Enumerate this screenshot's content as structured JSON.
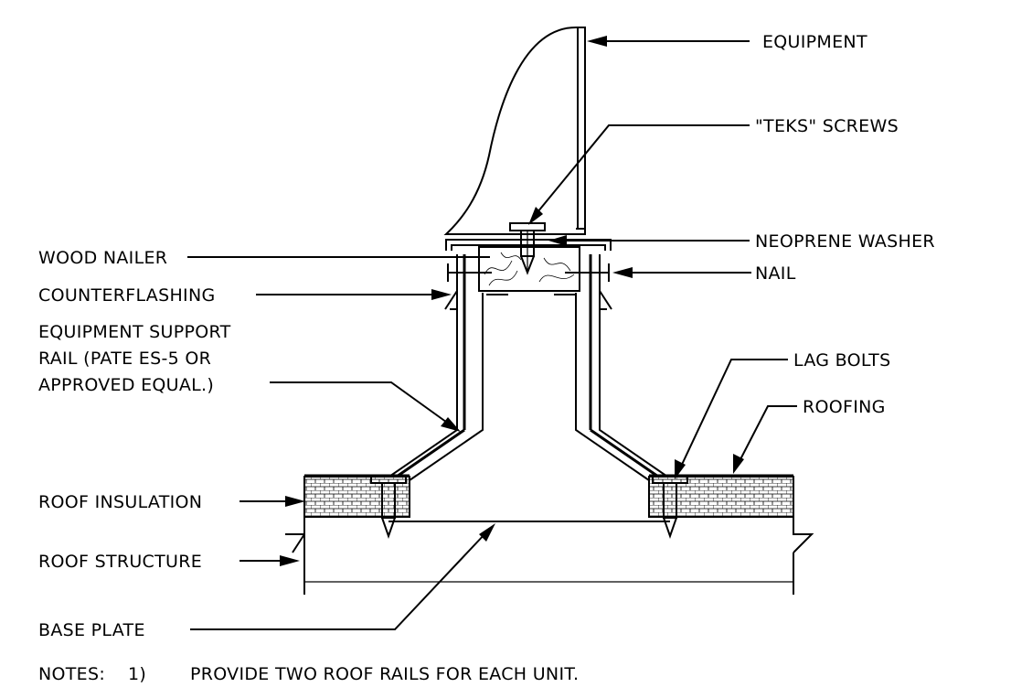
{
  "labels": {
    "equipment": "EQUIPMENT",
    "teks_screws": "\"TEKS\" SCREWS",
    "neoprene_washer": "NEOPRENE WASHER",
    "wood_nailer": "WOOD NAILER",
    "nail": "NAIL",
    "counterflashing": "COUNTERFLASHING",
    "support_rail_line1": "EQUIPMENT SUPPORT",
    "support_rail_line2": "RAIL (PATE ES-5 OR",
    "support_rail_line3": "APPROVED EQUAL.)",
    "lag_bolts": "LAG BOLTS",
    "roofing": "ROOFING",
    "roof_insulation": "ROOF INSULATION",
    "roof_structure": "ROOF STRUCTURE",
    "base_plate": "BASE PLATE"
  },
  "notes": {
    "prefix": "NOTES:",
    "item_number": "1)",
    "item_text": "PROVIDE TWO ROOF RAILS FOR EACH UNIT."
  },
  "colors": {
    "line": "#000000",
    "background": "#ffffff"
  }
}
